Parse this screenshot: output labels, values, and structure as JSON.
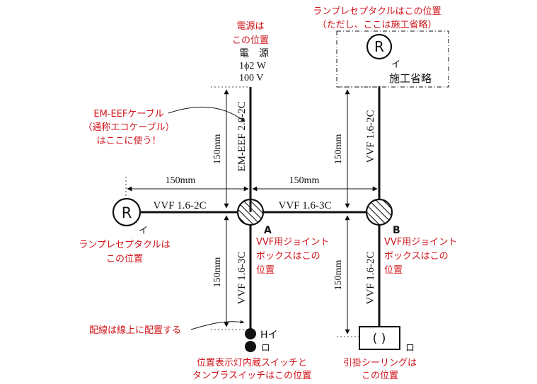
{
  "colors": {
    "wire": "#111111",
    "annotation": "#d0141b",
    "text": "#111111",
    "hatch": "#111111"
  },
  "power": {
    "annotation_line1": "電源は",
    "annotation_line2": "この位置",
    "label_line1": "電　源",
    "label_line2": "1ϕ2 W",
    "label_line3": "100 V"
  },
  "top_right": {
    "annotation_line1": "ランプレセプタクルはこの位置",
    "annotation_line2": "（ただし、ここは施工省略）",
    "receptacle_symbol": "R",
    "receptacle_code": "イ",
    "omitted_label": "施工省略"
  },
  "eef_note": {
    "line1": "EM-EEFケーブル",
    "line2": "（通称エコケーブル）",
    "line3": "はここに使う！"
  },
  "cables": {
    "top_main": "EM-EEF 2.0-2C",
    "left_horizontal": "VVF 1.6-2C",
    "middle_horizontal": "VVF 1.6-3C",
    "right_top": "VVF 1.6-2C",
    "left_bottom": "VVF 1.6-3C",
    "right_bottom": "VVF 1.6-2C"
  },
  "dimensions": {
    "top_vertical": "150mm",
    "left_horizontal": "150mm",
    "middle_horizontal": "150mm",
    "right_top_vertical": "150mm",
    "left_bottom_vertical": "150mm",
    "right_bottom_vertical": "150mm"
  },
  "left_receptacle": {
    "symbol": "R",
    "code": "イ",
    "annotation_line1": "ランプレセプタクルは",
    "annotation_line2": "この位置"
  },
  "junction_a": {
    "label": "A",
    "annotation_line1": "VVF用ジョイント",
    "annotation_line2": "ボックスはこの",
    "annotation_line3": "位置"
  },
  "junction_b": {
    "label": "B",
    "annotation_line1": "VVF用ジョイント",
    "annotation_line2": "ボックスはこの",
    "annotation_line3": "位置"
  },
  "switch": {
    "code_top": "Hイ",
    "code_bottom": "ロ",
    "wiring_note": "配線は線上に配置する",
    "annotation_line1": "位置表示灯内蔵スイッチと",
    "annotation_line2": "タンブラスイッチはこの位置"
  },
  "ceiling": {
    "symbol": "(  )",
    "code": "ロ",
    "annotation_line1": "引掛シーリングは",
    "annotation_line2": "この位置"
  }
}
